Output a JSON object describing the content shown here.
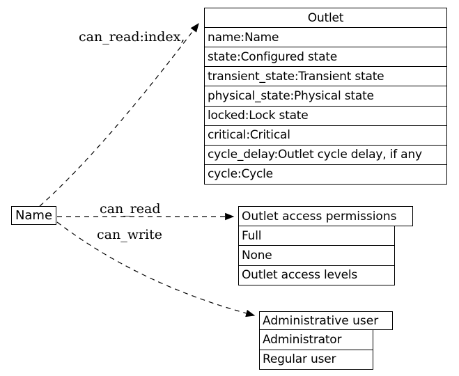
{
  "diagram": {
    "name_node": {
      "label": "Name"
    },
    "outlet_table": {
      "title": "Outlet",
      "rows": [
        "name:Name",
        "state:Configured state",
        "transient_state:Transient state",
        "physical_state:Physical state",
        "locked:Lock state",
        "critical:Critical",
        "cycle_delay:Outlet cycle delay, if any",
        "cycle:Cycle"
      ]
    },
    "permissions_table": {
      "title": "Outlet access permissions",
      "rows": [
        "Full",
        "None",
        "Outlet access levels"
      ]
    },
    "admin_table": {
      "title": "Administrative user",
      "rows": [
        "Administrator",
        "Regular user"
      ]
    },
    "edges": [
      {
        "label": "can_read:index,"
      },
      {
        "label": "can_read"
      },
      {
        "label": "can_write"
      }
    ],
    "colors": {
      "line": "#000000",
      "background": "#ffffff"
    }
  }
}
